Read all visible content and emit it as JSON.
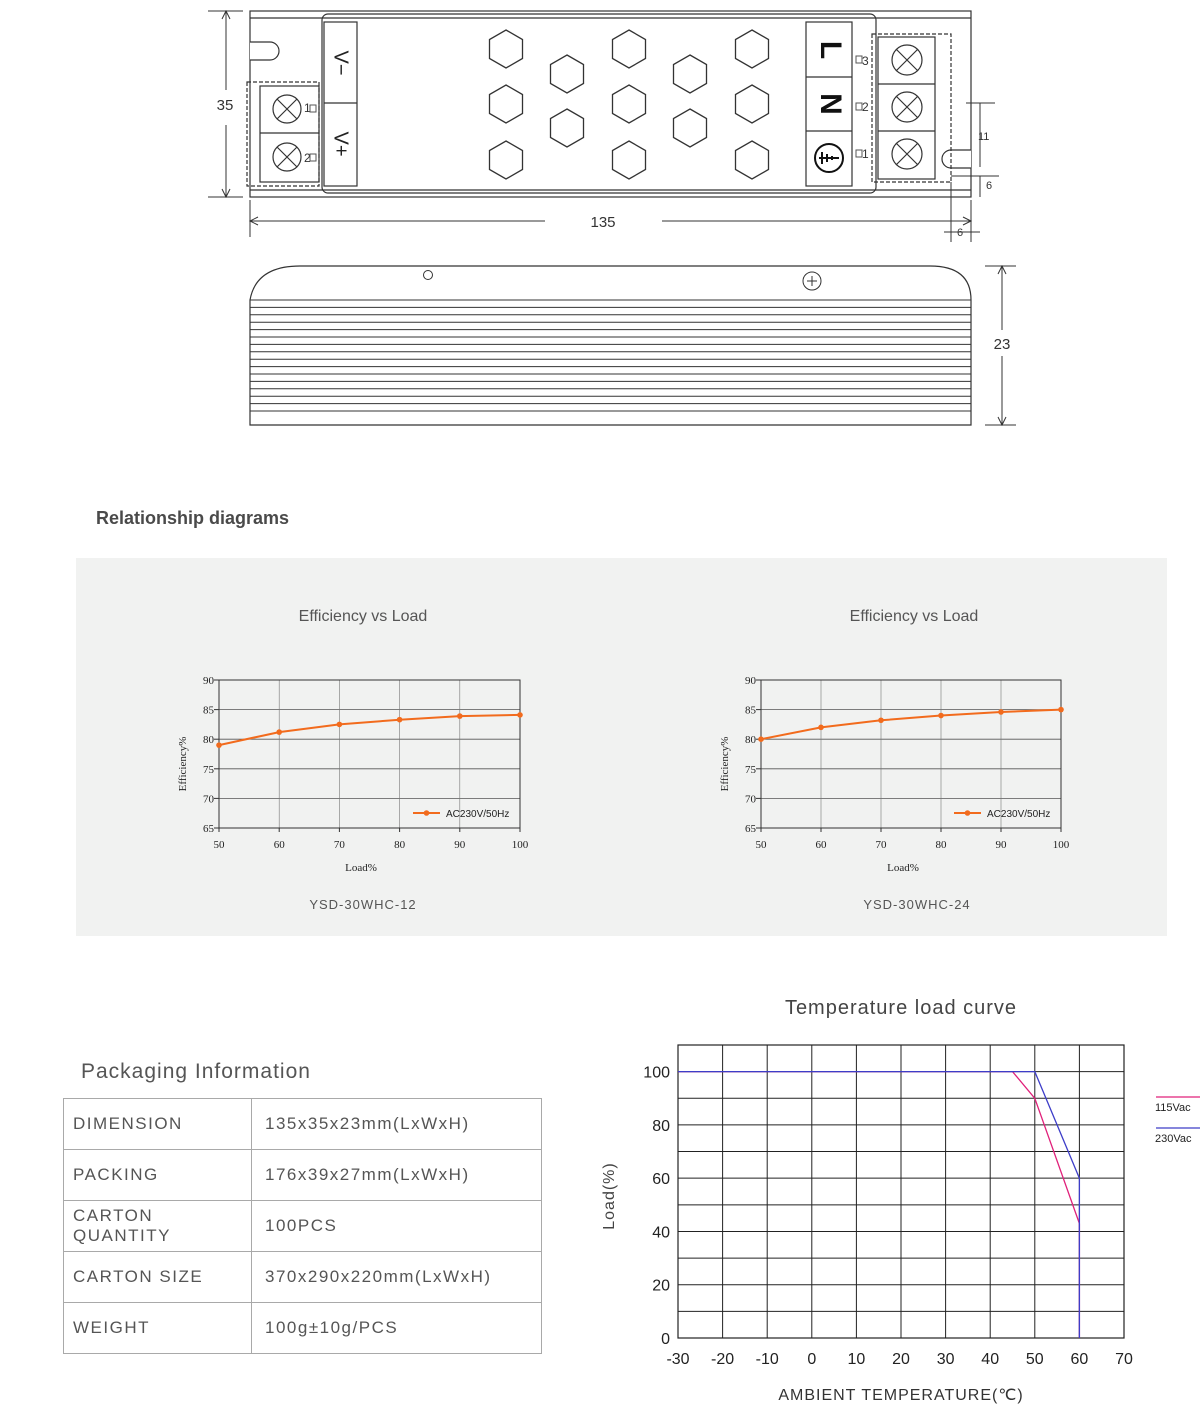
{
  "drawing": {
    "terminals_left": [
      "V−",
      "V+"
    ],
    "terminals_right": [
      "L",
      "N",
      "⏚"
    ],
    "pin_numbers_left": [
      "1",
      "2"
    ],
    "pin_numbers_right": [
      "3",
      "2",
      "1"
    ],
    "dimensions": {
      "length": "135",
      "width": "35",
      "height": "23",
      "dim_11": "11",
      "dim_6a": "6",
      "dim_6b": "6"
    }
  },
  "section_title": "Relationship diagrams",
  "chart_data": [
    {
      "type": "line",
      "title": "Efficiency vs Load",
      "caption": "YSD-30WHC-12",
      "xlabel": "Load%",
      "ylabel": "Efficiency%",
      "x": [
        50,
        60,
        70,
        80,
        90,
        100
      ],
      "series": [
        {
          "name": "AC230V/50Hz",
          "values": [
            79,
            81.2,
            82.5,
            83.3,
            83.9,
            84.1
          ],
          "color": "#f26b1d"
        }
      ],
      "xlim": [
        50,
        100
      ],
      "ylim": [
        65,
        90
      ],
      "xticks": [
        "50",
        "60",
        "70",
        "80",
        "90",
        "100"
      ],
      "yticks": [
        "65",
        "70",
        "75",
        "80",
        "85",
        "90"
      ],
      "grid": true,
      "legend": "bottom-right"
    },
    {
      "type": "line",
      "title": "Efficiency vs Load",
      "caption": "YSD-30WHC-24",
      "xlabel": "Load%",
      "ylabel": "Efficiency%",
      "x": [
        50,
        60,
        70,
        80,
        90,
        100
      ],
      "series": [
        {
          "name": "AC230V/50Hz",
          "values": [
            80,
            82,
            83.2,
            84,
            84.6,
            85
          ],
          "color": "#f26b1d"
        }
      ],
      "xlim": [
        50,
        100
      ],
      "ylim": [
        65,
        90
      ],
      "xticks": [
        "50",
        "60",
        "70",
        "80",
        "90",
        "100"
      ],
      "yticks": [
        "65",
        "70",
        "75",
        "80",
        "85",
        "90"
      ],
      "grid": true,
      "legend": "bottom-right"
    },
    {
      "type": "line",
      "title": "Temperature load curve",
      "xlabel": "AMBIENT TEMPERATURE(℃)",
      "ylabel": "Load(%)",
      "series": [
        {
          "name": "115Vac",
          "color": "#e0207a",
          "points": [
            [
              -30,
              100
            ],
            [
              45,
              100
            ],
            [
              50,
              90
            ],
            [
              60,
              43
            ],
            [
              60,
              0
            ]
          ]
        },
        {
          "name": "230Vac",
          "color": "#3d3dc8",
          "points": [
            [
              -30,
              100
            ],
            [
              50,
              100
            ],
            [
              60,
              60
            ],
            [
              60,
              0
            ]
          ]
        }
      ],
      "xlim": [
        -30,
        70
      ],
      "ylim": [
        0,
        110
      ],
      "xticks": [
        "-30",
        "-20",
        "-10",
        "0",
        "10",
        "20",
        "30",
        "40",
        "50",
        "60",
        "70"
      ],
      "yticks": [
        "0",
        "20",
        "40",
        "60",
        "80",
        "100"
      ],
      "grid": true,
      "legend": "right"
    }
  ],
  "packaging": {
    "title": "Packaging Information",
    "rows": [
      {
        "label": "DIMENSION",
        "value": "135x35x23mm(LxWxH)"
      },
      {
        "label": "PACKING",
        "value": "176x39x27mm(LxWxH)"
      },
      {
        "label": "CARTON QUANTITY",
        "value": "100PCS"
      },
      {
        "label": "CARTON SIZE",
        "value": "370x290x220mm(LxWxH)"
      },
      {
        "label": "WEIGHT",
        "value": "100g±10g/PCS"
      }
    ]
  }
}
